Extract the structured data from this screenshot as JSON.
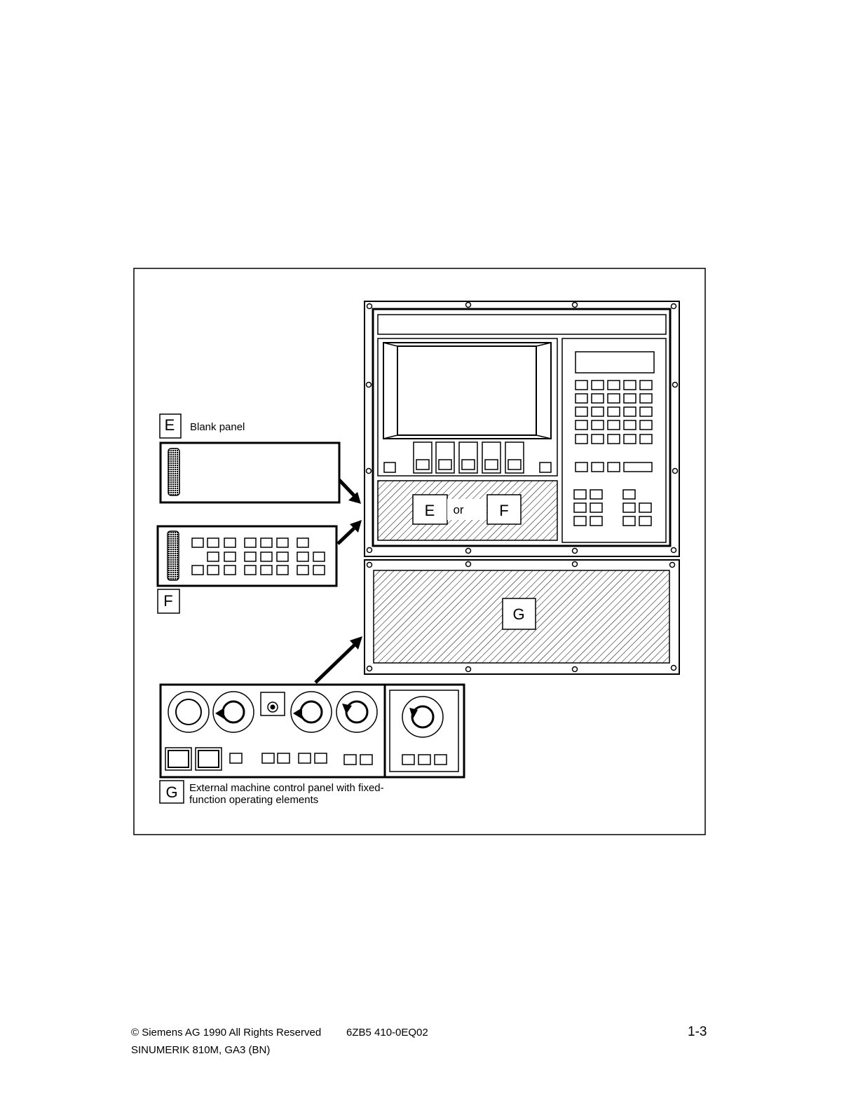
{
  "diagram": {
    "panel_e": {
      "letter": "E",
      "caption": "Blank panel"
    },
    "panel_f": {
      "letter": "F"
    },
    "panel_g": {
      "letter": "G",
      "caption_line1": "External machine control panel with fixed-",
      "caption_line2": "function operating elements"
    },
    "slot_ef": {
      "letter_e": "E",
      "connector": "or",
      "letter_f": "F"
    },
    "slot_g": {
      "letter": "G"
    }
  },
  "footer": {
    "copyright": "© Siemens AG 1990 All Rights Reserved",
    "order_number": "6ZB5 410-0EQ02",
    "page_number": "1-3",
    "product": "SINUMERIK 810M, GA3 (BN)"
  }
}
